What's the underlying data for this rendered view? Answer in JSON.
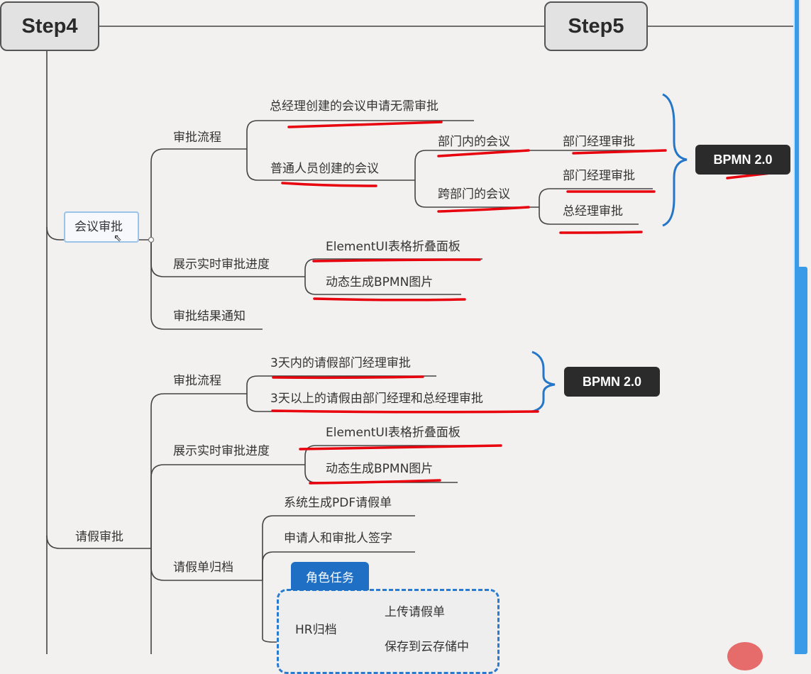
{
  "steps": {
    "left": "Step4",
    "right": "Step5"
  },
  "meeting": {
    "root": "会议审批",
    "approval_flow": "审批流程",
    "gm_no_approval": "总经理创建的会议申请无需审批",
    "normal_staff": "普通人员创建的会议",
    "internal_dept": "部门内的会议",
    "dept_manager_1": "部门经理审批",
    "cross_dept": "跨部门的会议",
    "dept_manager_2": "部门经理审批",
    "gm_approval": "总经理审批",
    "bpmn_badge": "BPMN 2.0",
    "progress": "展示实时审批进度",
    "element_ui": "ElementUI表格折叠面板",
    "dynamic_bpmn": "动态生成BPMN图片",
    "result_notice": "审批结果通知"
  },
  "leave": {
    "root": "请假审批",
    "approval_flow": "审批流程",
    "within_3": "3天内的请假部门经理审批",
    "over_3": "3天以上的请假由部门经理和总经理审批",
    "bpmn_badge": "BPMN 2.0",
    "progress": "展示实时审批进度",
    "element_ui": "ElementUI表格折叠面板",
    "dynamic_bpmn": "动态生成BPMN图片",
    "archive": "请假单归档",
    "pdf": "系统生成PDF请假单",
    "sign": "申请人和审批人签字",
    "role_task": "角色任务",
    "hr_archive": "HR归档",
    "upload": "上传请假单",
    "save_cloud": "保存到云存储中"
  },
  "colors": {
    "accent_line": "#e8000d",
    "scroll_blue": "#3a9be8",
    "role_blue": "#1f6fc4"
  }
}
